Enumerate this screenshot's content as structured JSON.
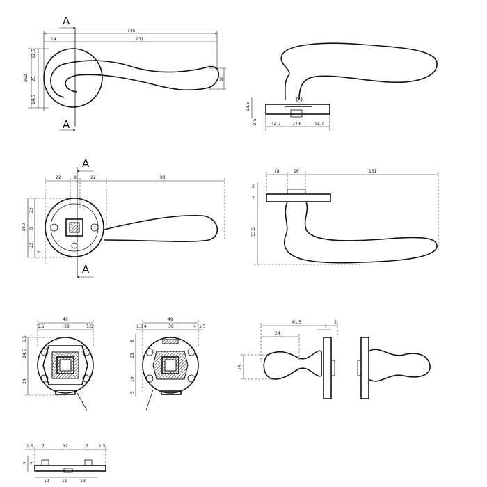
{
  "section_marker": "A",
  "view1": {
    "d_overall": "145",
    "d_rose_offset": "14",
    "d_lever": "131",
    "d_diam": "ø52",
    "d_top": "12.5",
    "d_mid": "25",
    "d_bot": "14.5",
    "d_tip": "18"
  },
  "view2": {
    "d_thk": "13.5",
    "d_base": "2.5",
    "d_l": "14.7",
    "d_c": "22.6",
    "d_r": "14.7"
  },
  "view3": {
    "d_a": "22",
    "d_b": "8",
    "d_c": "22",
    "d_len": "93",
    "d_diam": "ø52",
    "d_v1": "22",
    "d_v2": "8",
    "d_v3": "22",
    "d_v4": "2"
  },
  "view4": {
    "d_a": "18",
    "d_b": "16",
    "d_len": "131",
    "d_top": "3",
    "d_rose": "7",
    "d_drop": "53.5"
  },
  "view5": {
    "d_w": "49",
    "d_l": "5.5",
    "d_c": "38",
    "d_r": "5.5",
    "d_t": "1.5",
    "d_upper": "24.5",
    "d_lower": "24"
  },
  "view6": {
    "d_w": "49",
    "d_l1": "1.5",
    "d_l2": "4",
    "d_c": "38",
    "d_r2": "4",
    "d_r1": "1.5",
    "d_t": "6",
    "d_upper": "23",
    "d_lower": "19",
    "d_bot": "5"
  },
  "view7": {
    "d_len": "61.5",
    "d_end": "3",
    "d_in": "24",
    "d_r": "7",
    "d_h": "25"
  },
  "view8": {
    "d_l1": "1.5",
    "d_l2": "7",
    "d_c": "32",
    "d_r2": "7",
    "d_r1": "1.5",
    "d_h1": "5",
    "d_h2": "5",
    "d_b1": "19",
    "d_b2": "11",
    "d_b3": "19"
  }
}
